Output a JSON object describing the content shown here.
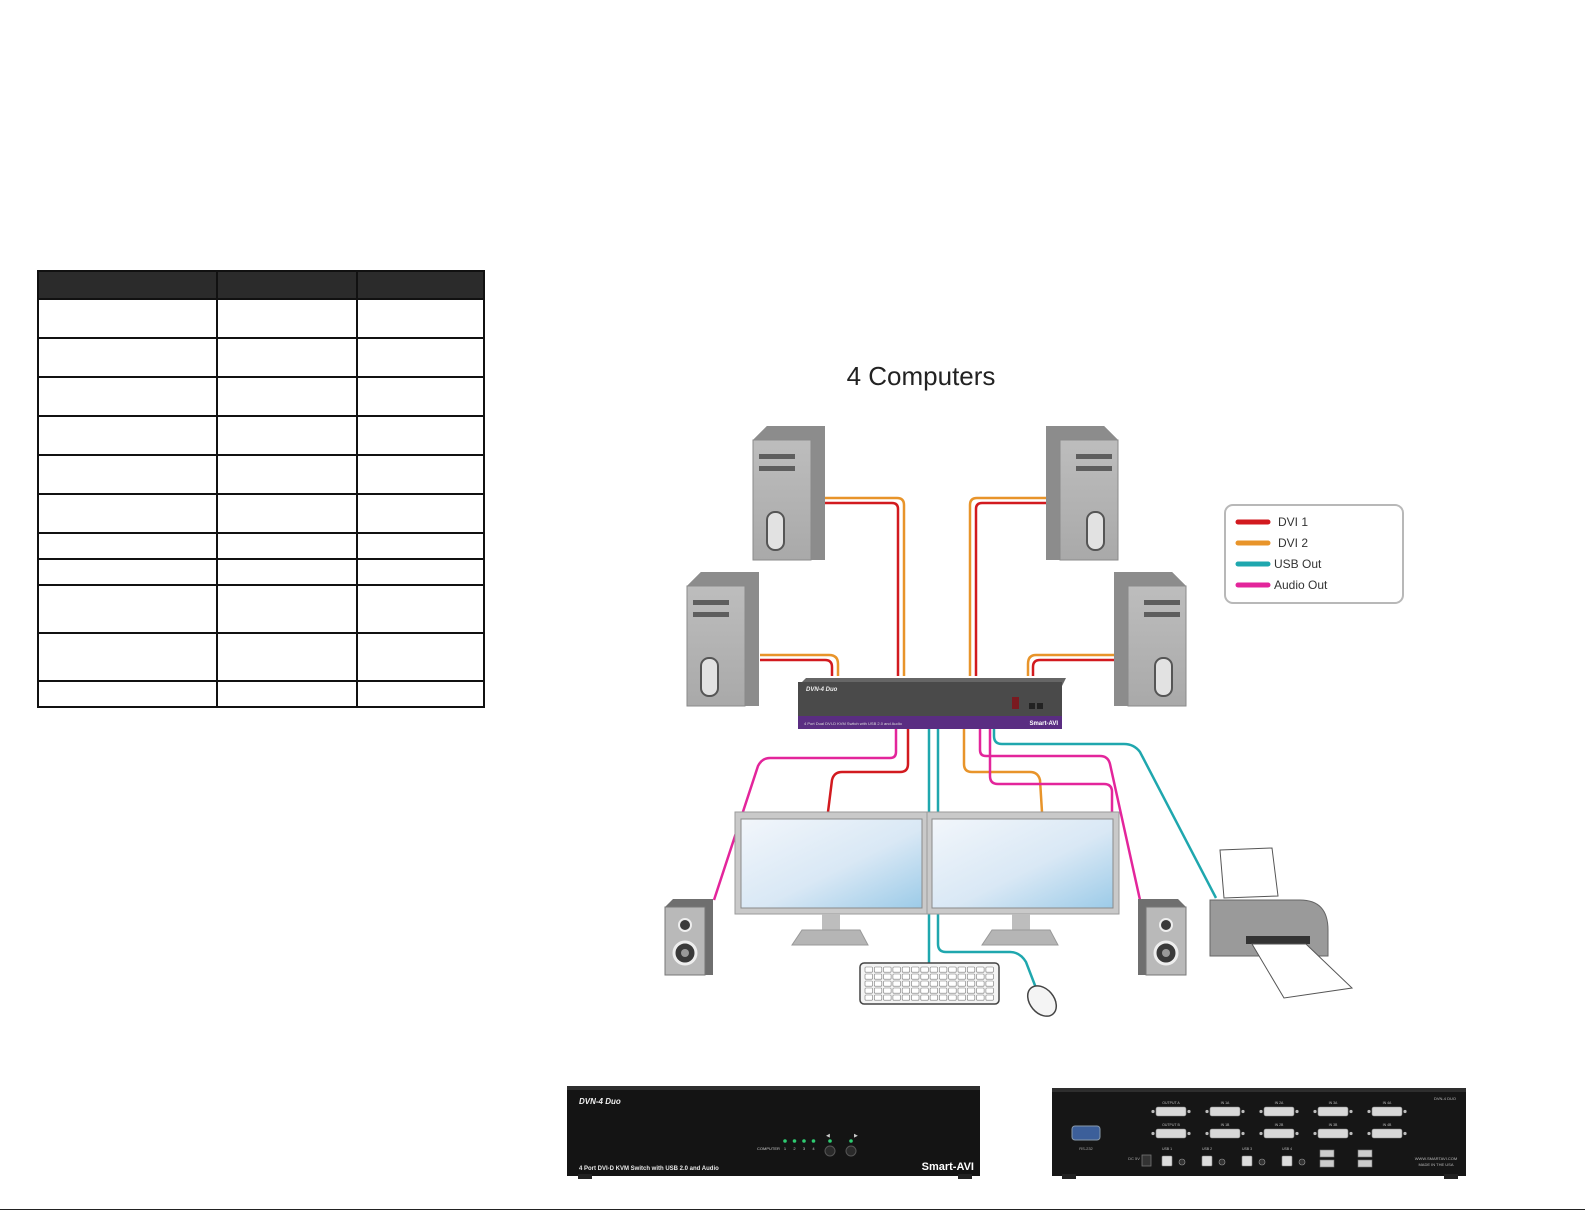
{
  "diagram": {
    "title": "4 Computers",
    "legend": [
      {
        "label": "DVI 1",
        "color": "#d21a1f"
      },
      {
        "label": "DVI 2",
        "color": "#e8942a"
      },
      {
        "label": "USB Out",
        "color": "#1fa7ae"
      },
      {
        "label": "Audio Out",
        "color": "#e3259b"
      }
    ],
    "switch_model": "DVN-4 Duo",
    "switch_caption": "4 Port Dual DVI-D KVM Switch with USB 2.0 and Audio",
    "switch_brand": "Smart-AVI"
  },
  "front_panel": {
    "model": "DVN-4 Duo",
    "caption": "4 Port DVI-D KVM Switch with USB 2.0 and Audio",
    "brand": "Smart-AVI",
    "computer_label": "COMPUTER",
    "port_numbers": [
      "1",
      "2",
      "3",
      "4"
    ]
  },
  "rear_panel": {
    "model": "DVN-4 DUO",
    "output_a": "OUTPUT A",
    "output_b": "OUTPUT B",
    "inputs_a": [
      "IN 1A",
      "IN 2A",
      "IN 3A",
      "IN 4A"
    ],
    "inputs_b": [
      "IN 1B",
      "IN 2B",
      "IN 3B",
      "IN 4B"
    ],
    "usb_labels": [
      "USB 1",
      "USB 2",
      "USB 3",
      "USB 4"
    ],
    "rs232": "RS-232",
    "power": "DC 5V",
    "website": "WWW.SMARTAVI.COM",
    "made_in": "MADE IN THE USA"
  },
  "colors": {
    "dvi1": "#d21a1f",
    "dvi2": "#e8942a",
    "usb": "#1fa7ae",
    "audio": "#e3259b",
    "switch_purple": "#5a2d82"
  }
}
